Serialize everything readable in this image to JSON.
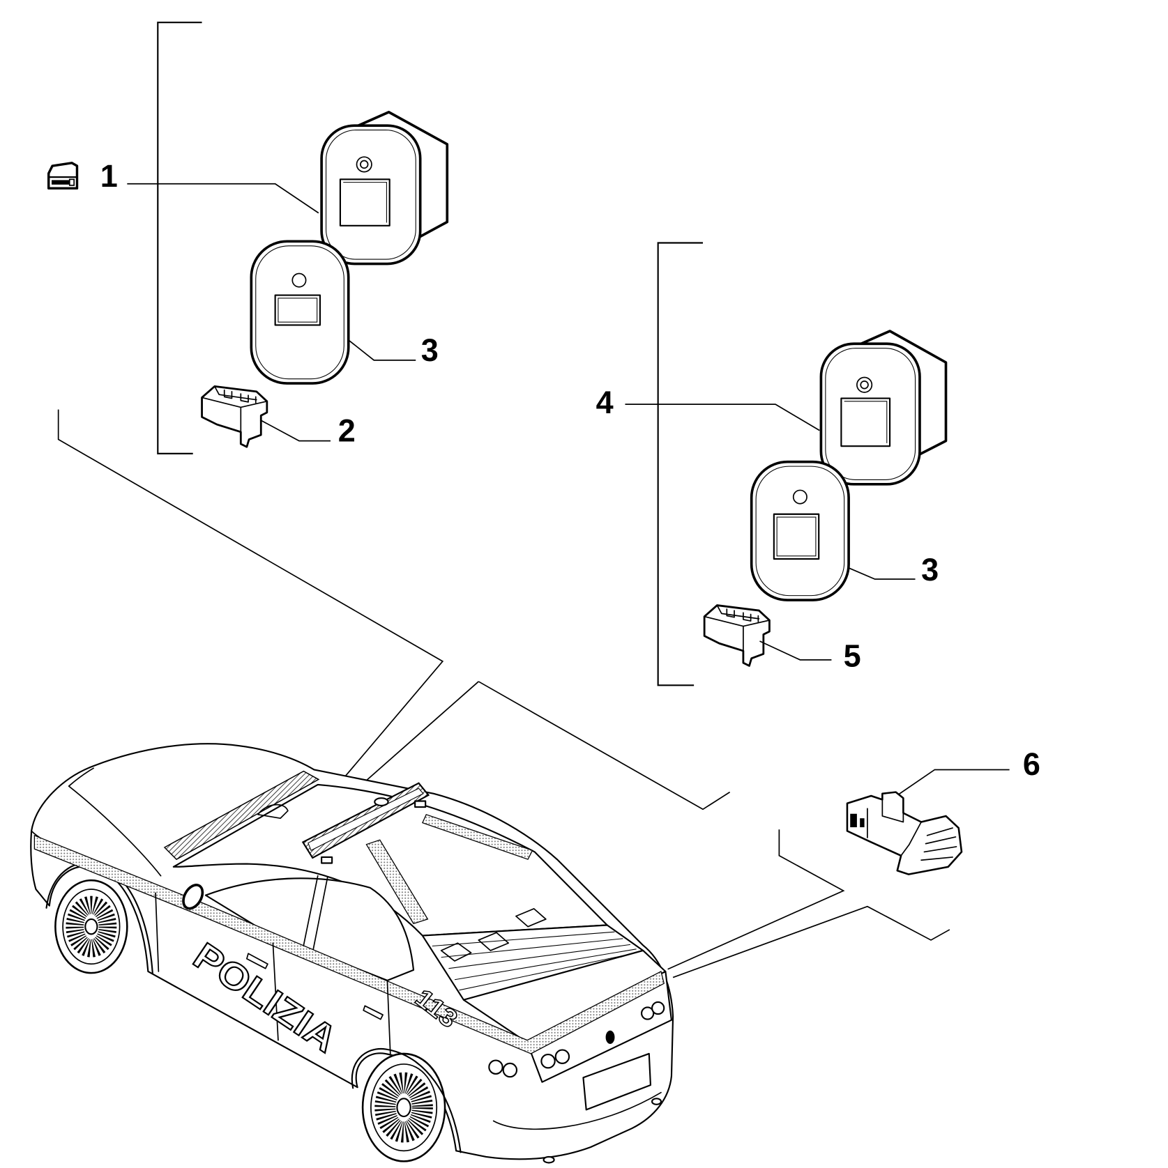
{
  "callouts": {
    "part_1": "1",
    "part_2": "2",
    "part_3_upper": "3",
    "part_3_lower": "3",
    "part_4": "4",
    "part_5": "5",
    "part_6": "6"
  },
  "car_markings": {
    "side_lettering": "POLIZIA",
    "unit_number": "113"
  },
  "icons": {
    "kit_symbol": "door-key-icon"
  },
  "colors": {
    "line": "#000000",
    "background": "#ffffff",
    "tone": "#7a7a7a"
  }
}
